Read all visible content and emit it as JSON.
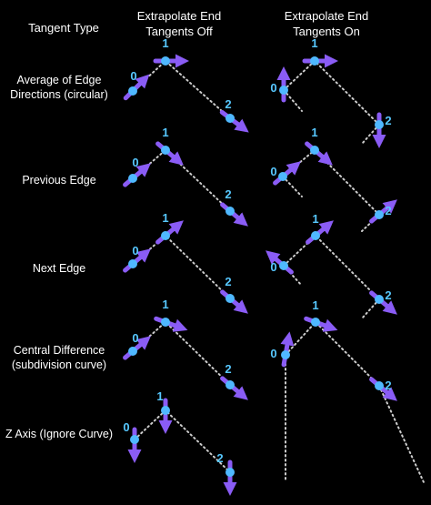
{
  "headers": {
    "col0": "Tangent Type",
    "col1": "Extrapolate End Tangents Off",
    "col2": "Extrapolate End Tangents On"
  },
  "rows": [
    {
      "label": "Average of Edge Directions (circular)"
    },
    {
      "label": "Previous Edge"
    },
    {
      "label": "Next Edge"
    },
    {
      "label": "Central Difference (subdivision curve)"
    },
    {
      "label": "Z Axis (Ignore Curve)"
    }
  ],
  "point_labels": [
    "0",
    "1",
    "2"
  ],
  "colors": {
    "background": "#000000",
    "text": "#ffffff",
    "point": "#4fb8ff",
    "point_label": "#57c8ff",
    "tangent_arrow": "#8a5cf5",
    "curve_dots": "#cccccc"
  }
}
